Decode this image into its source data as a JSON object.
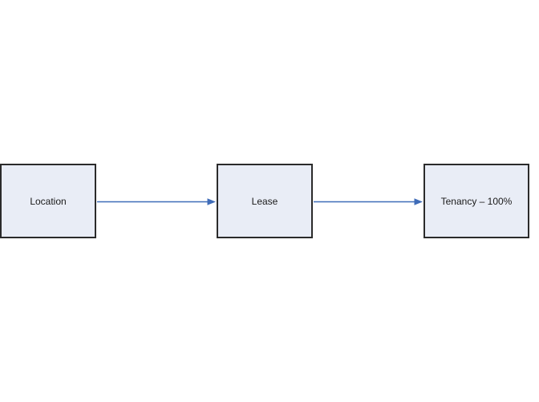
{
  "diagram": {
    "colors": {
      "canvas_background": "#ffffff",
      "node_fill": "#e9edf6",
      "node_border": "#2b2b2b",
      "connector": "#3f6cb8",
      "label_text": "#1a1a1a"
    },
    "nodes": [
      {
        "id": "location",
        "label": "Location"
      },
      {
        "id": "lease",
        "label": "Lease"
      },
      {
        "id": "tenancy",
        "label": "Tenancy – 100%"
      }
    ],
    "edges": [
      {
        "from": "location",
        "to": "lease"
      },
      {
        "from": "lease",
        "to": "tenancy"
      }
    ]
  }
}
